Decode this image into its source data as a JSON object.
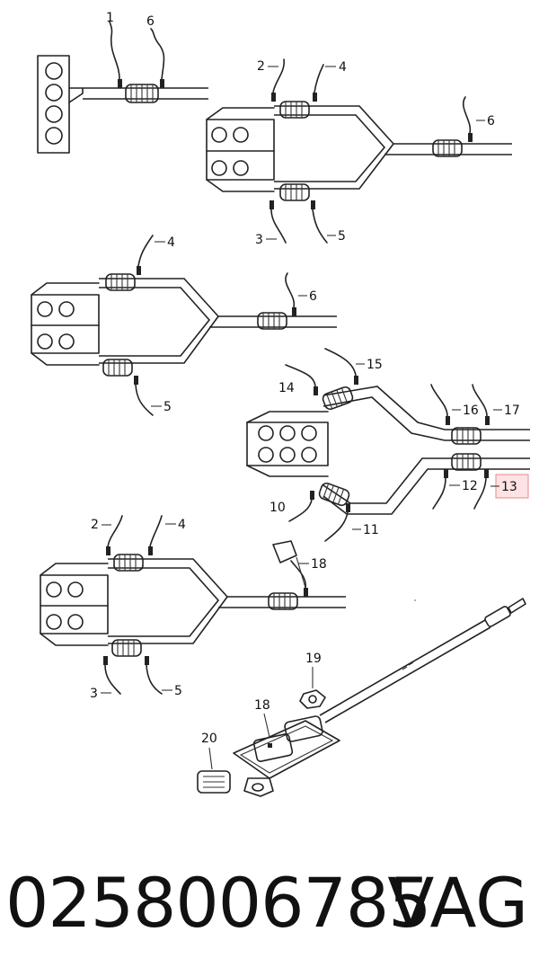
{
  "diagram": {
    "callouts": {
      "c1": "1",
      "c6a": "6",
      "c2a": "2",
      "c4a": "4",
      "c6b": "6",
      "c3a": "3",
      "c5a": "5",
      "c4b": "4",
      "c6c": "6",
      "c5b": "5",
      "c14": "14",
      "c15": "15",
      "c16": "16",
      "c17": "17",
      "c12": "12",
      "c13": "13",
      "c10": "10",
      "c11": "11",
      "c2b": "2",
      "c4c": "4",
      "c18a": "18",
      "c3b": "3",
      "c5c": "5",
      "c19": "19",
      "c18b": "18",
      "c20": "20"
    },
    "highlighted_callout": "13",
    "highlight_color": "#fde3e3"
  },
  "footer": {
    "part_number": "0258006785",
    "brand": "VAG"
  }
}
